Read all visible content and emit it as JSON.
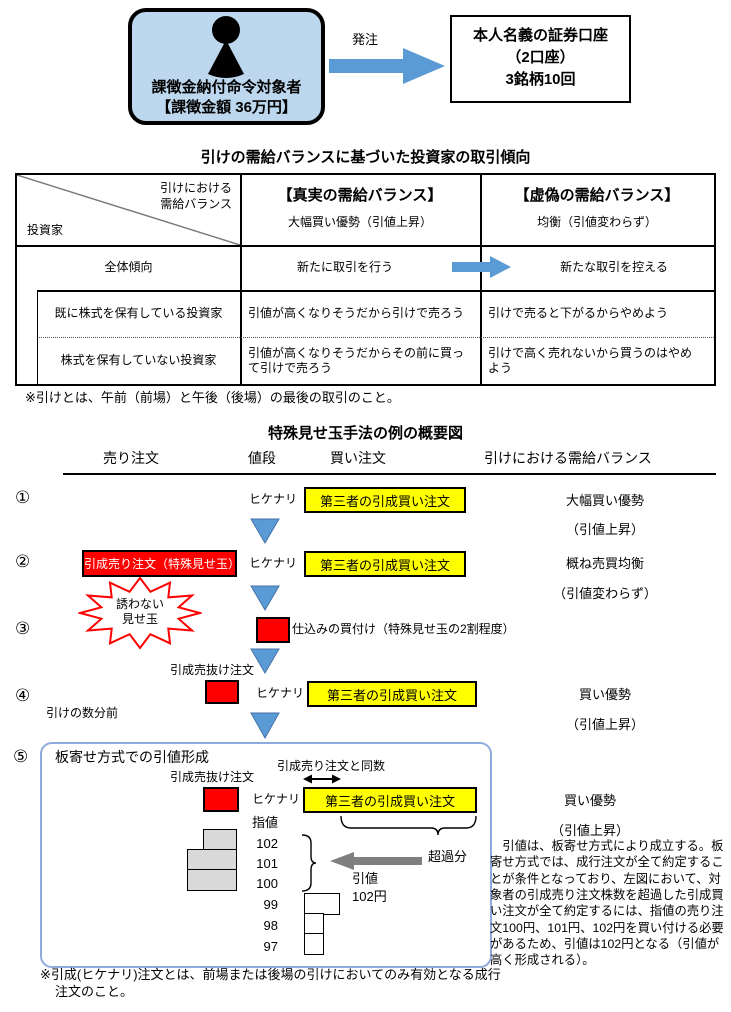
{
  "header_flow": {
    "offender_line1": "課徴金納付命令対象者",
    "offender_line2": "【課徴金額 36万円】",
    "order_label": "発注",
    "account_line1": "本人名義の証券口座",
    "account_line2": "（2口座）",
    "account_line3": "3銘柄10回"
  },
  "table_section": {
    "title": "引けの需給バランスに基づいた投資家の取引傾向",
    "corner_top_line1": "引けにおける",
    "corner_top_line2": "需給バランス",
    "corner_bottom": "投資家",
    "col_true_header": "【真実の需給バランス】",
    "col_true_sub": "大幅買い優勢（引値上昇）",
    "col_false_header": "【虚偽の需給バランス】",
    "col_false_sub": "均衡（引値変わらず）",
    "rows": [
      {
        "label": "全体傾向",
        "t": "新たに取引を行う",
        "f": "新たな取引を控える"
      },
      {
        "label": "既に株式を保有している投資家",
        "t": "引値が高くなりそうだから引けで売ろう",
        "f": "引けで売ると下がるからやめよう"
      },
      {
        "label": "株式を保有していない投資家",
        "t": "引値が高くなりそうだからその前に買って引けで売ろう",
        "f": "引けで高く売れないから買うのはやめよう"
      }
    ],
    "note": "※引けとは、午前（前場）と午後（後場）の最後の取引のこと。"
  },
  "diagram": {
    "title": "特殊見せ玉手法の例の概要図",
    "col_sell": "売り注文",
    "col_price": "値段",
    "col_buy": "買い注文",
    "col_balance": "引けにおける需給バランス",
    "hikenari": "ヒケナリ",
    "third_party_buy_order": "第三者の引成買い注文",
    "step1": {
      "num": "①",
      "balance_main": "大幅買い優勢",
      "balance_sub": "（引値上昇）"
    },
    "step2": {
      "num": "②",
      "sell_order": "引成売り注文（特殊見せ玉）",
      "star_line1": "誘わない",
      "star_line2": "見せ玉",
      "balance_main": "概ね売買均衡",
      "balance_sub": "（引値変わらず）"
    },
    "step3": {
      "num": "③",
      "label": "仕込みの買付け（特殊見せ玉の2割程度）"
    },
    "step4": {
      "num": "④",
      "top_label": "引成売抜け注文",
      "time_label": "引けの数分前",
      "balance_main": "買い優勢",
      "balance_sub": "（引値上昇）"
    },
    "step5": {
      "num": "⑤",
      "panel_title": "板寄せ方式での引値形成",
      "same_count_label": "引成売り注文と同数",
      "sell_exit_label": "引成売抜け注文",
      "limit_label": "指値",
      "prices": [
        "102",
        "101",
        "100",
        "99",
        "98",
        "97"
      ],
      "excess_label": "超過分",
      "close_price_label": "引値",
      "close_price_value": "102円",
      "balance_main": "買い優勢",
      "balance_sub": "（引値上昇）",
      "description": "　引値は、板寄せ方式により成立する。板寄せ方式では、成行注文が全て約定することが条件となっており、左図において、対象者の引成売り注文株数を超過した引成買い注文が全て約定するには、指値の売り注文100円、101円、102円を買い付ける必要があるため、引値は102円となる（引値が高く形成される）。"
    },
    "footnote_line1": "※引成(ヒケナリ)注文とは、前場または後場の引けにおいてのみ有効となる成行",
    "footnote_line2": "注文のこと。"
  },
  "colors": {
    "accent_blue": "#5B9BD5",
    "light_blue_fill": "#BDD7EE",
    "panel_border_blue": "#8FAADC",
    "highlight_yellow": "#FFFF00",
    "alert_red": "#FF0000",
    "ladder_gray": "#D9D9D9",
    "arrow_gray": "#7F7F7F"
  }
}
